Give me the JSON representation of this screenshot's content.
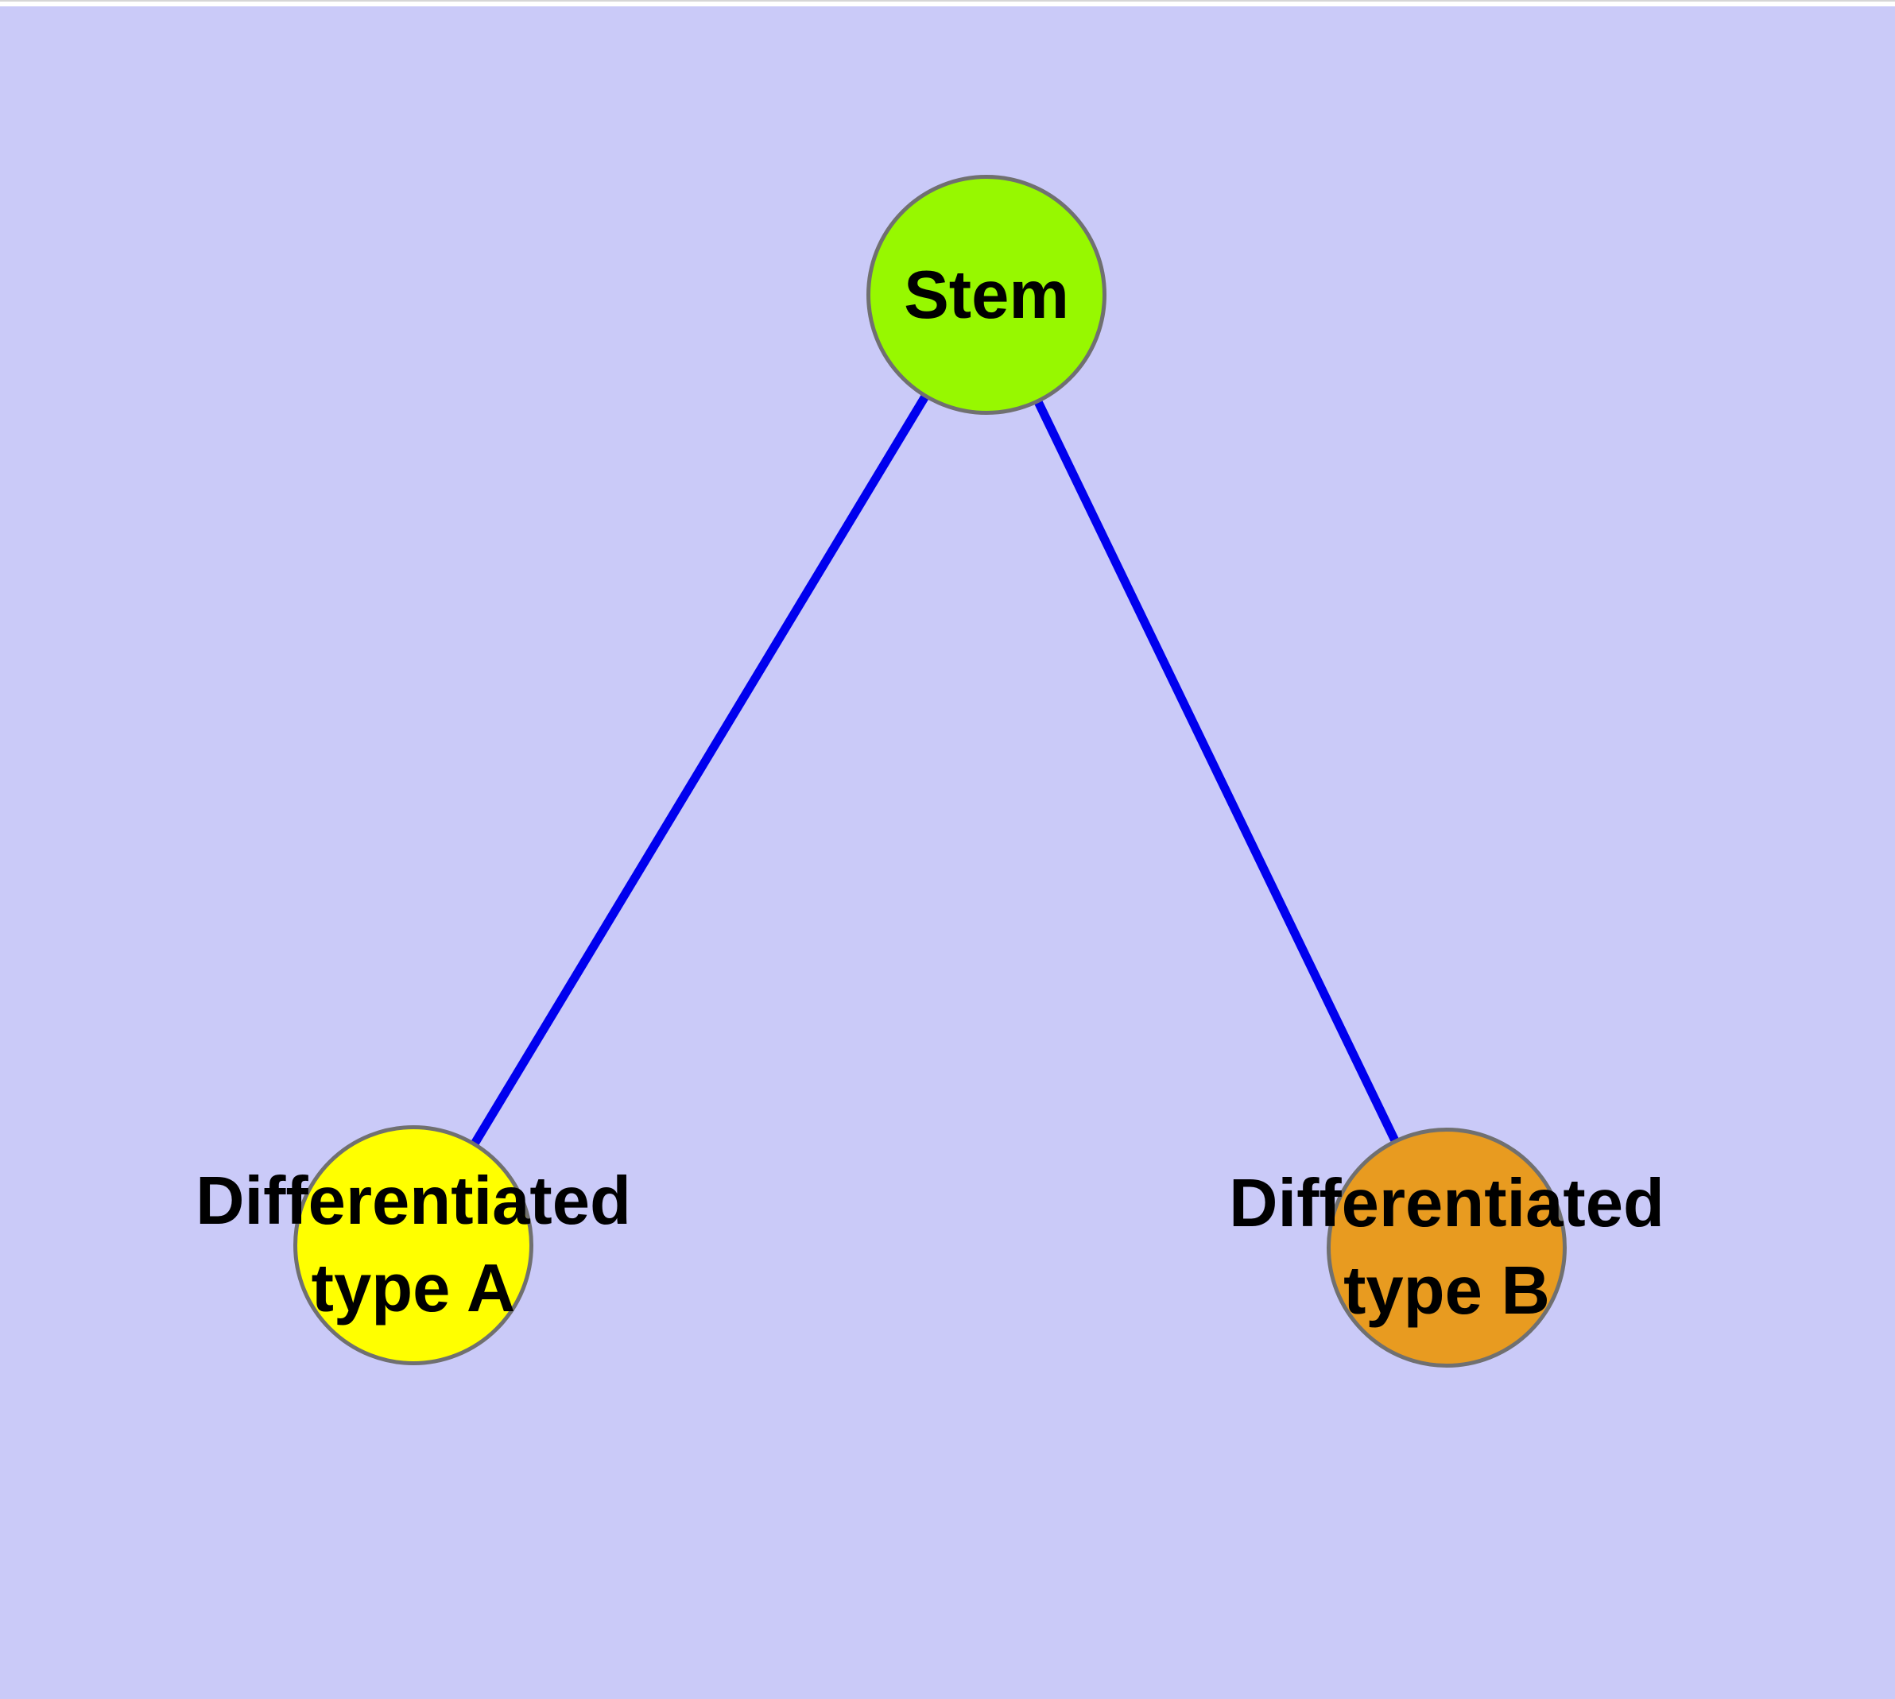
{
  "diagram": {
    "type": "graph",
    "background_color": "#CACAF8",
    "top_margin_color": "#FFFFFF",
    "edge_color": "#0000EE",
    "node_border_color": "#707070",
    "label_color": "#000000",
    "nodes": {
      "stem": {
        "label": "Stem",
        "fill": "#97F800"
      },
      "type_a": {
        "line1": "Differentiated",
        "line2": "type A",
        "fill": "#FFFF00"
      },
      "type_b": {
        "line1": "Differentiated",
        "line2": "type B",
        "fill": "#E89B20"
      }
    },
    "edges": [
      {
        "from": "Stem",
        "to": "Differentiated type A"
      },
      {
        "from": "Stem",
        "to": "Differentiated type B"
      }
    ]
  }
}
